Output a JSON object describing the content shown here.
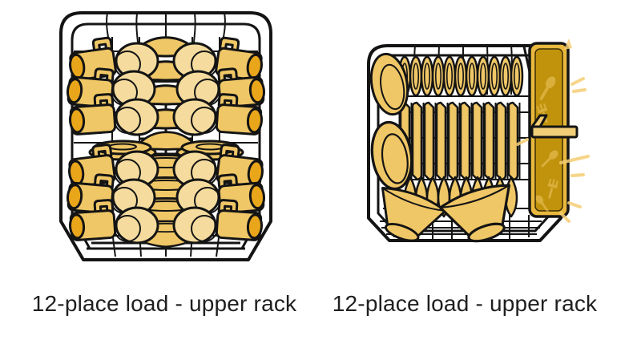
{
  "figures": [
    {
      "id": "left",
      "caption": "12-place load - upper rack"
    },
    {
      "id": "right",
      "caption": "12-place load - upper rack"
    }
  ],
  "colors": {
    "background": "#ffffff",
    "outline": "#141414",
    "dish": "#f0c766",
    "dish_light": "#f5dc9e",
    "mug_opening": "#eaa61a",
    "basket_outer": "#e9b83e",
    "basket_inner": "#c1930d",
    "basket_handle": "#f2ce79",
    "caption_text": "#1f1f1f"
  }
}
